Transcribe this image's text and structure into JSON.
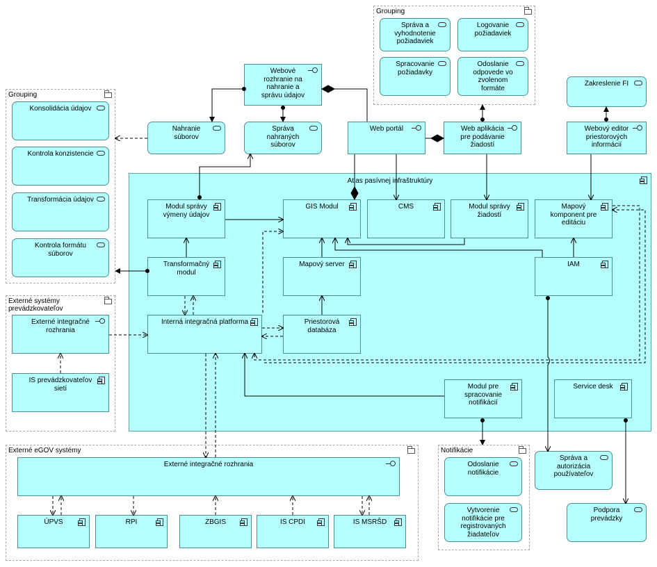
{
  "groups": {
    "top": "Grouping",
    "left": "Grouping",
    "prev": "Externé systémy prevádzkovateľov",
    "egov": "Externé eGOV systémy",
    "notif": "Notifikácie"
  },
  "atlas_title": "Atlas pasívnej infraštruktúry",
  "boxes": {
    "sprava_vyhod": "Správa a vyhodnotenie požiadaviek",
    "logovanie": "Logovanie požiadaviek",
    "spracovanie_poz": "Spracovanie požiadavky",
    "odoslanie_odp": "Odoslanie odpovede vo zvolenom formáte",
    "zakreslenie": "Zakreslenie FI",
    "webove_rozhranie": "Webové rozhranie na nahranie a správu údajov",
    "konsolidacia": "Konsolidácia údajov",
    "kontrola_konz": "Kontrola konzistencie",
    "transformacia_ud": "Transformácia údajov",
    "kontrola_form": "Kontrola formátu súborov",
    "nahranie": "Nahranie súborov",
    "sprava_nahr": "Správa nahraných súborov",
    "web_portal": "Web portál",
    "web_aplikacia": "Web aplikácia pre podávanie žiadostí",
    "webovy_editor": "Webový editor priestorových informácií",
    "modul_vymeny": "Modul správy výmeny údajov",
    "gis": "GIS Modul",
    "cms": "CMS",
    "modul_ziadosti": "Modul správy žiadostí",
    "mapovy_komp": "Mapový komponent pre editáciu",
    "transf_modul": "Transformačný modul",
    "mapovy_server": "Mapový server",
    "iam": "IAM",
    "interna": "Interná integračná platforma",
    "priestorova": "Priestorová databáza",
    "ext_integ_prev": "Externé integračné rozhrania",
    "is_prev": "IS prevádzkovateľov sietí",
    "modul_notif": "Modul pre spracovanie notifikácií",
    "service_desk": "Service desk",
    "ext_integ_egov": "Externé integračné rozhrania",
    "upvs": "ÚPVS",
    "rpi": "RPI",
    "zbgis": "ZBGIS",
    "iscpdi": "IS CPDI",
    "msrsd": "IS MSRŠD",
    "odoslanie_notif": "Odoslanie notifikácie",
    "vytvorenie_notif": "Vytvorenie notifikácie pre registrovaných žiadateľov",
    "sprava_autor": "Správa a autorizácia používateľov",
    "podpora": "Podpora prevádzky"
  }
}
